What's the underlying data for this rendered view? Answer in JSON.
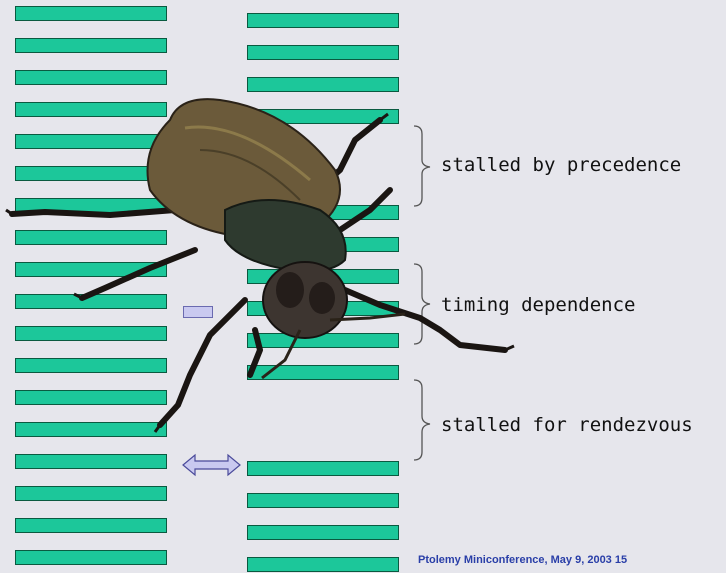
{
  "annotations": {
    "stalled_precedence": "stalled by precedence",
    "timing_dependence": "timing dependence",
    "stalled_rendezvous": "stalled for rendezvous"
  },
  "footer": "Ptolemy Miniconference, May 9, 2003  15",
  "colors": {
    "bar_fill": "#1cc79a",
    "background": "#e6e6ec",
    "arrow_fill": "#c9c9f0",
    "footer_text": "#2a3fa8"
  },
  "icons": {
    "beetle": "beetle-illustration",
    "double_arrow": "double-arrow-icon"
  }
}
